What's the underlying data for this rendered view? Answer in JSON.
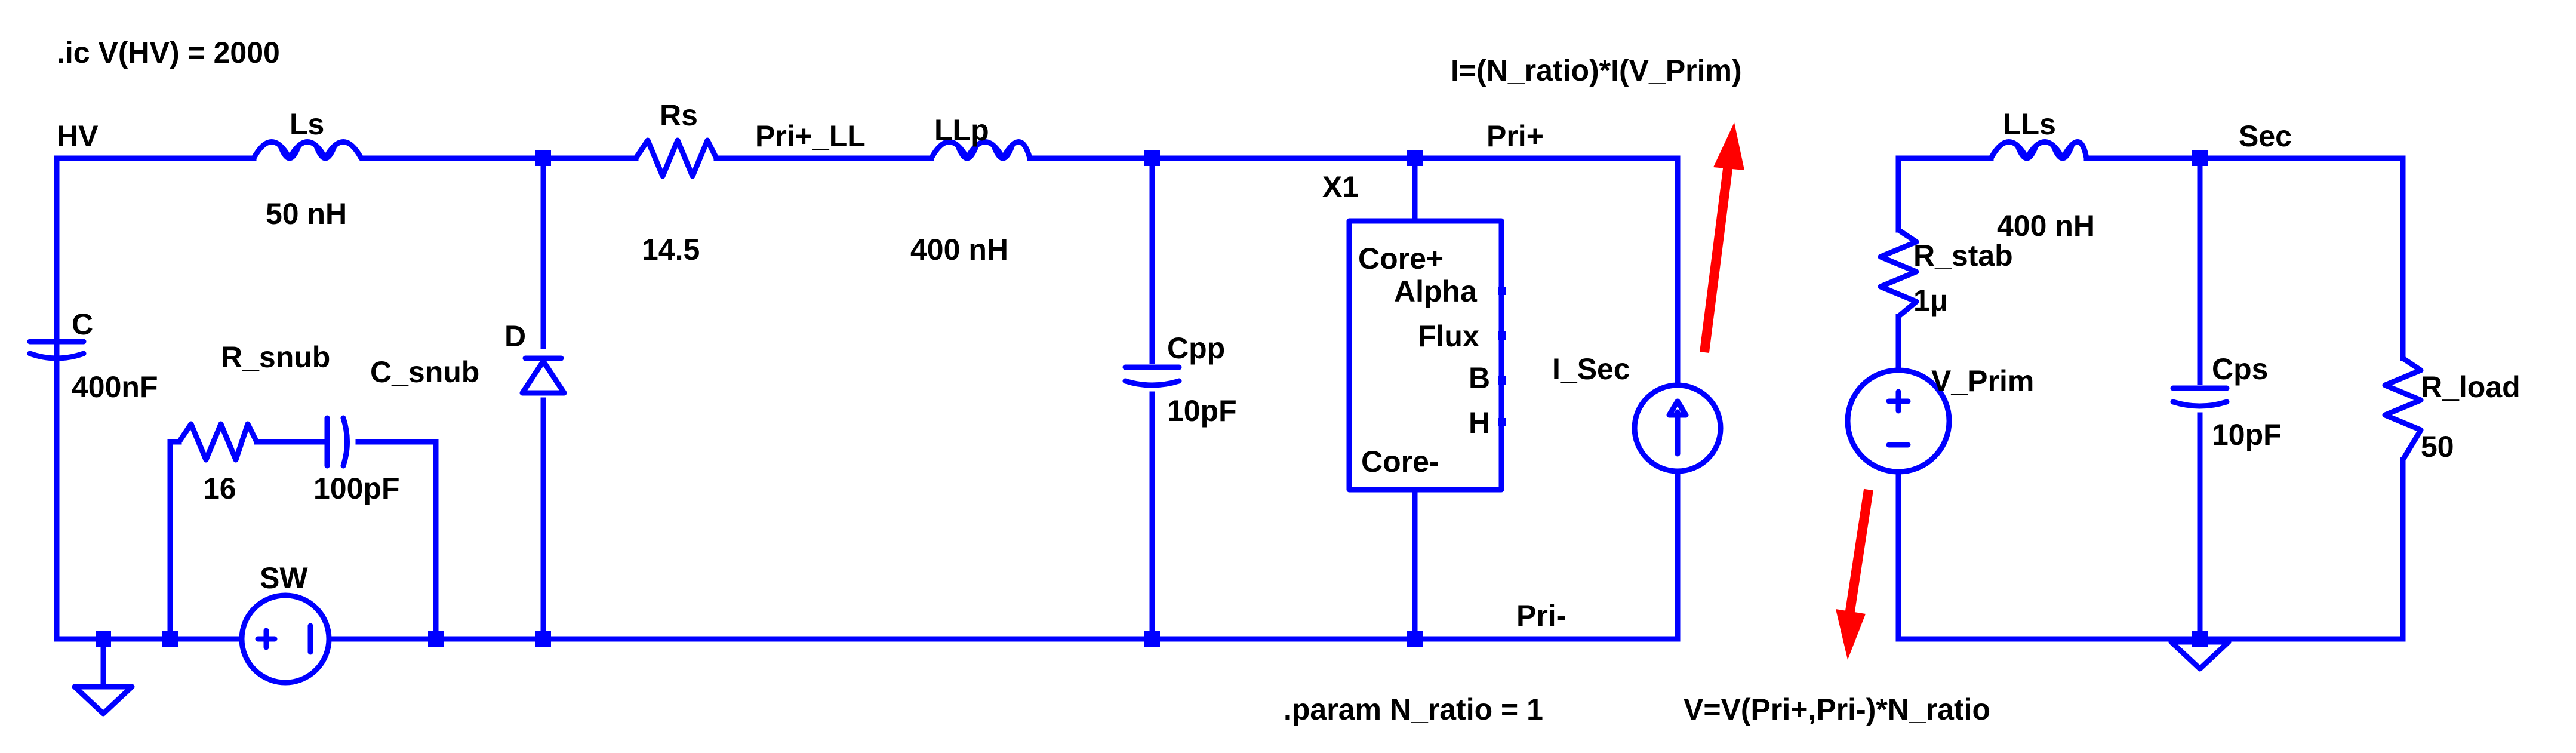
{
  "colors": {
    "wire": "#0000ff",
    "text": "#000000",
    "annotation_arrow": "#ff0000",
    "background": "#ffffff"
  },
  "directives": {
    "ic": ".ic V(HV) = 2000",
    "param": ".param N_ratio = 1",
    "isrc_expr": "I=(N_ratio)*I(V_Prim)",
    "vsrc_expr": "V=V(Pri+,Pri-)*N_ratio"
  },
  "nets": {
    "hv": "HV",
    "pri_ll": "Pri+_LL",
    "pri_plus": "Pri+",
    "pri_minus": "Pri-",
    "sec": "Sec"
  },
  "components": {
    "ls": {
      "name": "Ls",
      "value": "50 nH"
    },
    "c": {
      "name": "C",
      "value": "400nF"
    },
    "r_snub": {
      "name": "R_snub",
      "value": "16"
    },
    "c_snub": {
      "name": "C_snub",
      "value": "100pF"
    },
    "sw": {
      "name": "SW"
    },
    "d": {
      "name": "D"
    },
    "rs": {
      "name": "Rs",
      "value": "14.5"
    },
    "llp": {
      "name": "LLp",
      "value": "400 nH"
    },
    "cpp": {
      "name": "Cpp",
      "value": "10pF"
    },
    "x1": {
      "name": "X1",
      "pins": [
        "Core+",
        "Alpha",
        "Flux",
        "B",
        "H",
        "Core-"
      ]
    },
    "i_sec": {
      "name": "I_Sec"
    },
    "lls": {
      "name": "LLs",
      "value": "400 nH"
    },
    "r_stab": {
      "name": "R_stab",
      "value": "1μ"
    },
    "v_prim": {
      "name": "V_Prim"
    },
    "cps": {
      "name": "Cps",
      "value": "10pF"
    },
    "r_load": {
      "name": "R_load",
      "value": "50"
    }
  }
}
